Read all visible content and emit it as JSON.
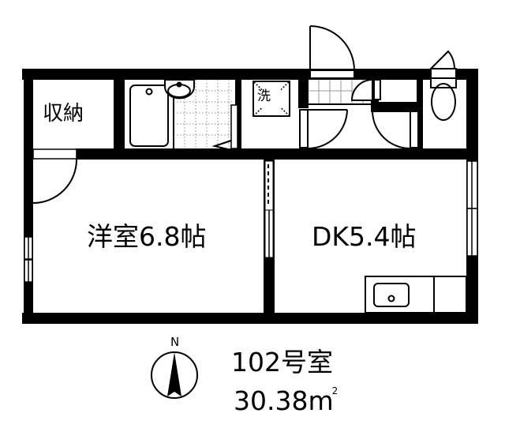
{
  "floor_plan": {
    "unit_number": "102号室",
    "area_value": "30.38",
    "area_unit": "m",
    "area_unit_sup": "2",
    "compass": {
      "label": "N",
      "icon": "north-arrow-icon"
    },
    "rooms": [
      {
        "id": "storage",
        "label": "収納"
      },
      {
        "id": "western",
        "label": "洋室6.8帖"
      },
      {
        "id": "dk",
        "label": "DK5.4帖"
      },
      {
        "id": "washroom",
        "label": "洗"
      }
    ],
    "fixtures": [
      "bathtub",
      "washbasin",
      "washing-machine-space",
      "toilet",
      "kitchen-sink",
      "entrance-door",
      "interior-doors",
      "windows"
    ],
    "colors": {
      "wall": "#000000",
      "background": "#ffffff",
      "tile": "#9a9a9a"
    }
  }
}
